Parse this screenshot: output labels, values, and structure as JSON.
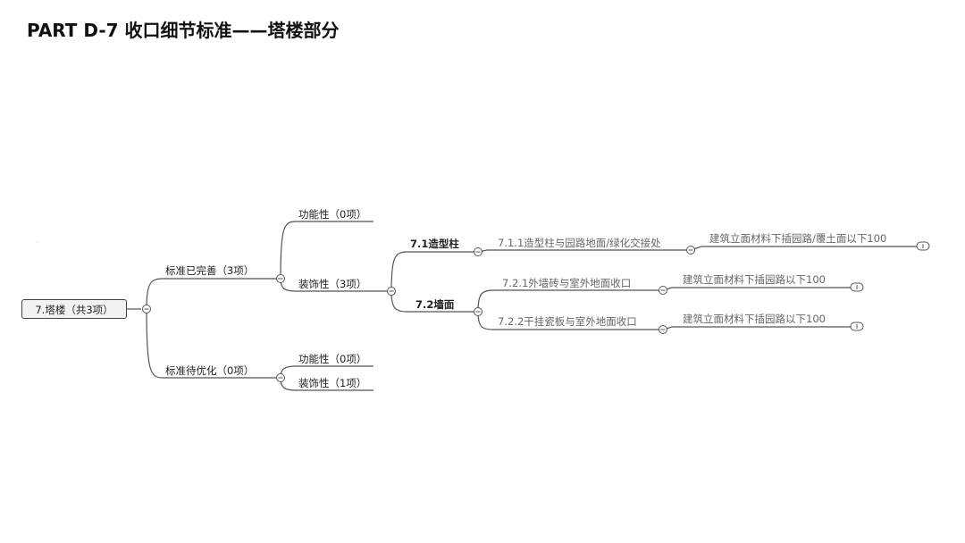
{
  "title": "PART D-7 收口细节标准——塔楼部分",
  "mindmap": {
    "root": "7.塔楼（共3项）",
    "branch_done": {
      "label": "标准已完善（3项）",
      "functional": "功能性（0项）",
      "decorative": "装饰性（3项）",
      "sub": {
        "column": {
          "label": "7.1造型柱",
          "items": [
            {
              "label": "7.1.1造型柱与园路地面/绿化交接处",
              "note": "建筑立面材料下插园路/覆土面以下100"
            }
          ]
        },
        "wall": {
          "label": "7.2墙面",
          "items": [
            {
              "label": "7.2.1外墙砖与室外地面收口",
              "note": "建筑立面材料下插园路以下100"
            },
            {
              "label": "7.2.2干挂瓷板与室外地面收口",
              "note": "建筑立面材料下插园路以下100"
            }
          ]
        }
      }
    },
    "branch_pending": {
      "label": "标准待优化（0项）",
      "functional": "功能性（0项）",
      "decorative": "装饰性（1项）"
    }
  },
  "icons": {
    "collapse": "collapse-circle-icon",
    "note": "note-marker-icon"
  }
}
